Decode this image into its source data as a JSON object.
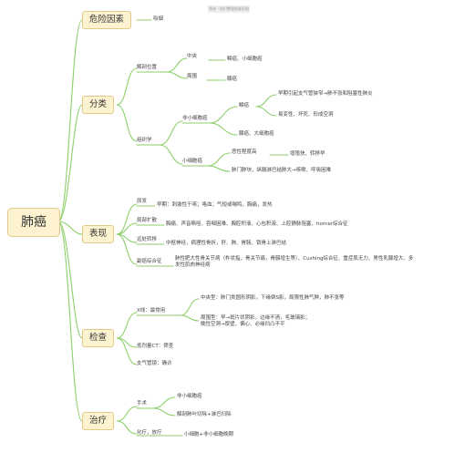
{
  "root": {
    "label": "肺癌"
  },
  "watermark": "原创 · 知识整理思维导图",
  "risk": {
    "label": "危险因素",
    "item": "吸烟"
  },
  "classification": {
    "label": "分类",
    "anatomical": {
      "label": "解剖位置",
      "central": {
        "label": "中央",
        "value": "鳞癌、小细胞癌"
      },
      "peripheral": {
        "label": "周围",
        "value": "腺癌"
      }
    },
    "histology": {
      "label": "组织学",
      "nsclc": {
        "label": "非小细胞癌",
        "squamous": {
          "label": "鳞癌",
          "points": [
            "早期引起支气管狭窄→肺不张和阻塞性肺炎",
            "易变性、坏死、形成空洞"
          ]
        },
        "other": "腺癌、大细胞癌"
      },
      "sclc": {
        "label": "小细胞癌",
        "malignancy": {
          "label": "恶性程度高",
          "value": "增殖快、转移早"
        },
        "hilar": "肺门肿块，纵膈淋巴结肿大→咳嗽、呼吸困难"
      }
    }
  },
  "manifestation": {
    "label": "表现",
    "primary": {
      "label": "原发",
      "value": "早期：刺激性干咳；咯血；气短或喘鸣，胸痛，发热"
    },
    "local": {
      "label": "局部扩散",
      "value": "胸痛、声音嘶哑、吞咽困难、胸腔积液、心包积液、上腔静脉阻塞、horner综合征"
    },
    "distant": {
      "label": "远处转移",
      "value": "中枢神经，病理性骨折，肝、肺、胃肠、锁骨上淋巴结"
    },
    "paraneoplastic": {
      "label": "副癌综合征",
      "value": "肺性肥大性骨关节病（杵状指，骨关节痛，骨膜增生等）、Cushing综合征、重症肌无力、男性乳腺增大、多发性肌肉神经病"
    }
  },
  "examination": {
    "label": "检查",
    "xray": {
      "label": "X线：最常用",
      "central": "中央型：肺门类圆形阴影，下缘倒S影，局限性肺气肿，肺不张等",
      "peripheral": "周围型：早→斑片状阴影，边缘不清，毛玻璃影；\n晚性空洞→厚壁、偏心、必缘凹凸不平"
    },
    "ct": "低剂量CT：筛查",
    "bronchoscopy": "支气管镜：确诊"
  },
  "treatment": {
    "label": "治疗",
    "surgery": {
      "label": "手术",
      "items": [
        "非小细胞癌",
        "解剖肺叶切除+淋巴扫除"
      ]
    },
    "chemo": {
      "label": "化疗，放疗",
      "value": "小细胞+非小细胞晚期"
    }
  },
  "colors": {
    "line": "#8ccf6a",
    "node_fill": "#fdf3d0",
    "node_border": "#e2c98a"
  }
}
